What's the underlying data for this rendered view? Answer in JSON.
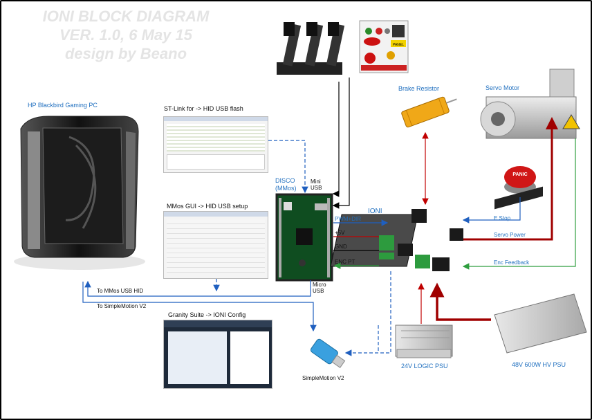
{
  "title_watermark": [
    "IONI BLOCK DIAGRAM",
    "VER. 1.0, 6 May 15",
    "design by Beano"
  ],
  "labels": {
    "pc": "HP Blackbird Gaming PC",
    "stlink": "ST-Link for -> HID USB flash",
    "mmos": "MMos GUI -> HID USB setup",
    "granity": "Granity Suite ->  IONI Config",
    "disco": "DISCO\n(MMos)",
    "mini_usb": "Mini\nUSB",
    "micro_usb": "Micro\nUSB",
    "ioni": "IONI",
    "pwm": "PWM+DIR",
    "plus5v": "+5V",
    "gnd": "GND",
    "enc_pt": "ENC PT",
    "brake_resistor": "Brake Resistor",
    "servo_motor": "Servo Motor",
    "e_stop": "E Stop",
    "servo_power": "Servo Power",
    "enc_feedback": "Enc Feedback",
    "to_mmos_usb": "To MMos USB HID",
    "to_simplemotion": "To SimpleMotion V2",
    "simplemotion": "SimpleMotion V2",
    "logic_psu": "24V LOGIC PSU",
    "hv_psu": "48V 600W HV PSU",
    "panic": "PANIC",
    "panel": "PANEL"
  }
}
